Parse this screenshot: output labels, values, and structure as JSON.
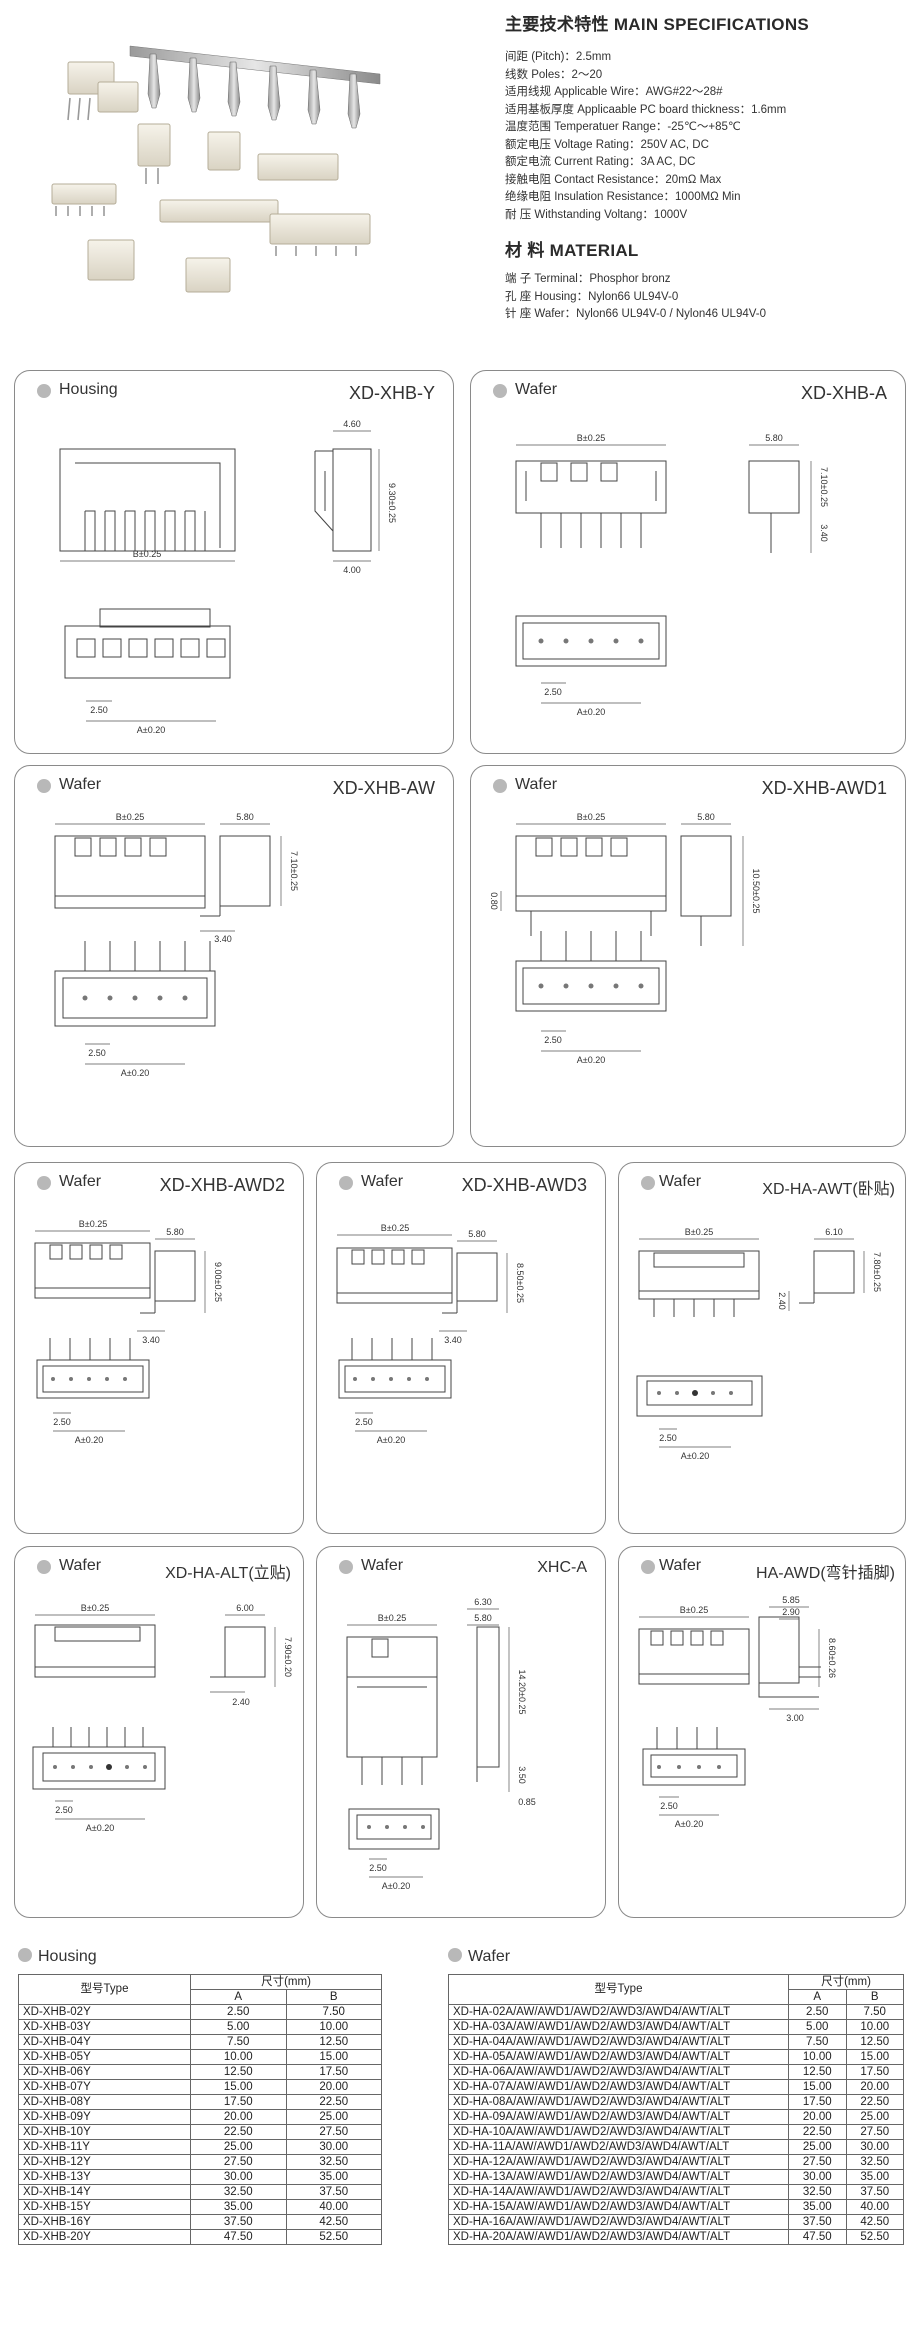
{
  "specs": {
    "title": "主要技术特性 MAIN SPECIFICATIONS",
    "lines": [
      "间距 (Pitch)：2.5mm",
      "线数 Poles：2～20",
      "适用线规 Applicable Wire：AWG#22～28#",
      "适用基板厚度 Applicaable PC board thickness：1.6mm",
      "温度范围 Temperatuer Range：-25℃～+85℃",
      "额定电压 Voltage Rating：250V AC, DC",
      "额定电流 Current Rating：3A AC, DC",
      "接触电阻 Contact Resistance：20mΩ Max",
      "绝缘电阻 Insulation Resistance：1000MΩ Min",
      "耐   压 Withstanding Voltang：1000V"
    ],
    "material_title": "材   料 MATERIAL",
    "material_lines": [
      "端   子 Terminal：Phosphor bronz",
      "孔   座 Housing：Nylon66  UL94V-0",
      "针   座 Wafer：Nylon66  UL94V-0 / Nylon46 UL94V-0"
    ]
  },
  "panels": [
    {
      "type": "Housing",
      "model": "XD-XHB-Y",
      "dims": [
        "B±0.25",
        "4.60",
        "9.30±0.25",
        "4.00",
        "2.50",
        "A±0.20"
      ]
    },
    {
      "type": "Wafer",
      "model": "XD-XHB-A",
      "dims": [
        "B±0.25",
        "5.80",
        "7.10±0.25",
        "3.40",
        "2.50",
        "A±0.20"
      ]
    },
    {
      "type": "Wafer",
      "model": "XD-XHB-AW",
      "dims": [
        "B±0.25",
        "5.80",
        "7.10±0.25",
        "3.40",
        "2.50",
        "A±0.20"
      ]
    },
    {
      "type": "Wafer",
      "model": "XD-XHB-AWD1",
      "dims": [
        "B±0.25",
        "5.80",
        "10.50±0.25",
        "0.80",
        "2.50",
        "A±0.20"
      ]
    },
    {
      "type": "Wafer",
      "model": "XD-XHB-AWD2",
      "dims": [
        "B±0.25",
        "5.80",
        "9.00±0.25",
        "3.40",
        "2.50",
        "A±0.20"
      ]
    },
    {
      "type": "Wafer",
      "model": "XD-XHB-AWD3",
      "dims": [
        "B±0.25",
        "5.80",
        "8.50±0.25",
        "3.40",
        "2.50",
        "A±0.20"
      ]
    },
    {
      "type": "Wafer",
      "model": "XD-HA-AWT(卧贴)",
      "dims": [
        "B±0.25",
        "6.10",
        "7.80±0.25",
        "2.40",
        "2.50",
        "A±0.20"
      ]
    },
    {
      "type": "Wafer",
      "model": "XD-HA-ALT(立贴)",
      "dims": [
        "B±0.25",
        "6.00",
        "7.90±0.20",
        "2.40",
        "2.50",
        "A±0.20"
      ]
    },
    {
      "type": "Wafer",
      "model": "XHC-A",
      "dims": [
        "B±0.25",
        "6.30",
        "5.80",
        "14.20±0.25",
        "3.50",
        "0.85",
        "2.50",
        "A±0.20"
      ]
    },
    {
      "type": "Wafer",
      "model": "HA-AWD(弯针插脚)",
      "dims": [
        "B±0.25",
        "5.85",
        "2.90",
        "8.60±0.26",
        "3.00",
        "2.50",
        "A±0.20"
      ]
    }
  ],
  "housing_table": {
    "heading": "Housing",
    "col_type": "型号Type",
    "col_size": "尺寸(mm)",
    "col_a": "A",
    "col_b": "B",
    "rows": [
      [
        "XD-XHB-02Y",
        "2.50",
        "7.50"
      ],
      [
        "XD-XHB-03Y",
        "5.00",
        "10.00"
      ],
      [
        "XD-XHB-04Y",
        "7.50",
        "12.50"
      ],
      [
        "XD-XHB-05Y",
        "10.00",
        "15.00"
      ],
      [
        "XD-XHB-06Y",
        "12.50",
        "17.50"
      ],
      [
        "XD-XHB-07Y",
        "15.00",
        "20.00"
      ],
      [
        "XD-XHB-08Y",
        "17.50",
        "22.50"
      ],
      [
        "XD-XHB-09Y",
        "20.00",
        "25.00"
      ],
      [
        "XD-XHB-10Y",
        "22.50",
        "27.50"
      ],
      [
        "XD-XHB-11Y",
        "25.00",
        "30.00"
      ],
      [
        "XD-XHB-12Y",
        "27.50",
        "32.50"
      ],
      [
        "XD-XHB-13Y",
        "30.00",
        "35.00"
      ],
      [
        "XD-XHB-14Y",
        "32.50",
        "37.50"
      ],
      [
        "XD-XHB-15Y",
        "35.00",
        "40.00"
      ],
      [
        "XD-XHB-16Y",
        "37.50",
        "42.50"
      ],
      [
        "XD-XHB-20Y",
        "47.50",
        "52.50"
      ]
    ]
  },
  "wafer_table": {
    "heading": "Wafer",
    "col_type": "型号Type",
    "col_size": "尺寸(mm)",
    "col_a": "A",
    "col_b": "B",
    "rows": [
      [
        "XD-HA-02A/AW/AWD1/AWD2/AWD3/AWD4/AWT/ALT",
        "2.50",
        "7.50"
      ],
      [
        "XD-HA-03A/AW/AWD1/AWD2/AWD3/AWD4/AWT/ALT",
        "5.00",
        "10.00"
      ],
      [
        "XD-HA-04A/AW/AWD1/AWD2/AWD3/AWD4/AWT/ALT",
        "7.50",
        "12.50"
      ],
      [
        "XD-HA-05A/AW/AWD1/AWD2/AWD3/AWD4/AWT/ALT",
        "10.00",
        "15.00"
      ],
      [
        "XD-HA-06A/AW/AWD1/AWD2/AWD3/AWD4/AWT/ALT",
        "12.50",
        "17.50"
      ],
      [
        "XD-HA-07A/AW/AWD1/AWD2/AWD3/AWD4/AWT/ALT",
        "15.00",
        "20.00"
      ],
      [
        "XD-HA-08A/AW/AWD1/AWD2/AWD3/AWD4/AWT/ALT",
        "17.50",
        "22.50"
      ],
      [
        "XD-HA-09A/AW/AWD1/AWD2/AWD3/AWD4/AWT/ALT",
        "20.00",
        "25.00"
      ],
      [
        "XD-HA-10A/AW/AWD1/AWD2/AWD3/AWD4/AWT/ALT",
        "22.50",
        "27.50"
      ],
      [
        "XD-HA-11A/AW/AWD1/AWD2/AWD3/AWD4/AWT/ALT",
        "25.00",
        "30.00"
      ],
      [
        "XD-HA-12A/AW/AWD1/AWD2/AWD3/AWD4/AWT/ALT",
        "27.50",
        "32.50"
      ],
      [
        "XD-HA-13A/AW/AWD1/AWD2/AWD3/AWD4/AWT/ALT",
        "30.00",
        "35.00"
      ],
      [
        "XD-HA-14A/AW/AWD1/AWD2/AWD3/AWD4/AWT/ALT",
        "32.50",
        "37.50"
      ],
      [
        "XD-HA-15A/AW/AWD1/AWD2/AWD3/AWD4/AWT/ALT",
        "35.00",
        "40.00"
      ],
      [
        "XD-HA-16A/AW/AWD1/AWD2/AWD3/AWD4/AWT/ALT",
        "37.50",
        "42.50"
      ],
      [
        "XD-HA-20A/AW/AWD1/AWD2/AWD3/AWD4/AWT/ALT",
        "47.50",
        "52.50"
      ]
    ]
  }
}
